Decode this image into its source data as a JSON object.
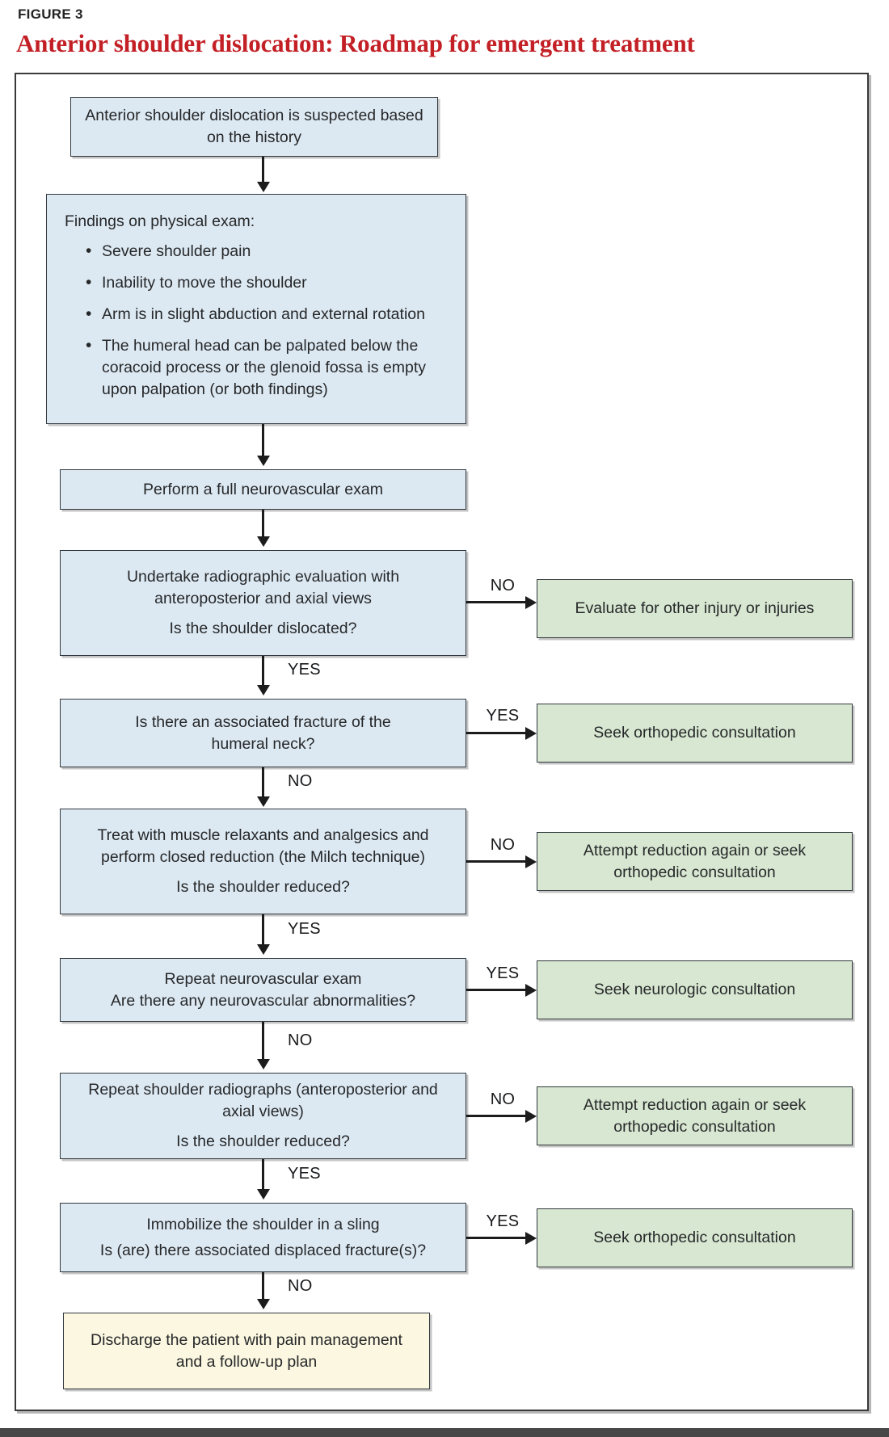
{
  "header": {
    "figure_label": "FIGURE 3",
    "title": "Anterior shoulder dislocation: Roadmap for emergent treatment"
  },
  "colors": {
    "decision_box_blue": "#dde9f2",
    "outcome_box_green": "#d8e7d1",
    "terminal_box_cream": "#fbf7e0",
    "title_red": "#c32026",
    "border_dark": "#32383d",
    "arrow_black": "#1c1c1c"
  },
  "flowchart": {
    "labels": {
      "yes": "YES",
      "no": "NO"
    },
    "nodes": {
      "suspected": {
        "text": "Anterior shoulder dislocation is suspected based on the history"
      },
      "findings": {
        "heading": "Findings on physical exam:",
        "bullets": [
          "Severe shoulder pain",
          "Inability to move the shoulder",
          "Arm is in slight abduction and external rotation",
          "The humeral head can be palpated below the coracoid process or the glenoid fossa is empty upon palpation (or both findings)"
        ]
      },
      "neuro_exam": {
        "text": "Perform a full neurovascular exam"
      },
      "radiographic": {
        "statement": "Undertake radiographic evaluation with anteroposterior and axial views",
        "question": "Is the shoulder dislocated?"
      },
      "fracture": {
        "question": "Is there an associated fracture of the humeral neck?"
      },
      "reduction": {
        "statement": "Treat with muscle relaxants and analgesics and perform closed reduction (the Milch technique)",
        "question": "Is the shoulder reduced?"
      },
      "repeat_neuro": {
        "statement": "Repeat neurovascular exam",
        "question": "Are there any neurovascular abnormalities?"
      },
      "repeat_radiographs": {
        "statement": "Repeat shoulder radiographs (anteroposterior and axial views)",
        "question": "Is the shoulder reduced?"
      },
      "immobilize": {
        "statement": "Immobilize the shoulder in a sling",
        "question": "Is (are) there associated displaced fracture(s)?"
      },
      "discharge": {
        "text": "Discharge the patient with pain management and a follow-up plan"
      }
    },
    "outcomes": {
      "evaluate_other": "Evaluate for other injury or injuries",
      "ortho_consult_1": "Seek orthopedic consultation",
      "attempt_again_1": "Attempt reduction again or seek orthopedic consultation",
      "neuro_consult": "Seek neurologic consultation",
      "attempt_again_2": "Attempt reduction again or seek orthopedic consultation",
      "ortho_consult_2": "Seek orthopedic consultation"
    }
  }
}
